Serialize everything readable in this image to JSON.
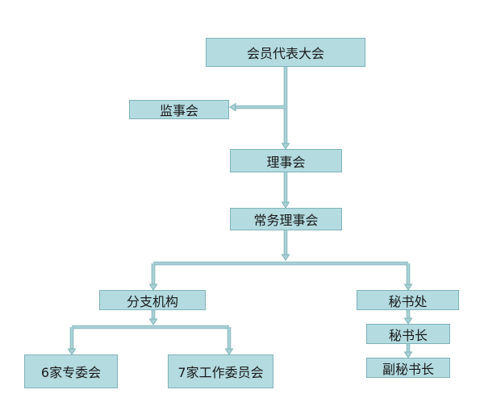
{
  "colors": {
    "box_fill": "#b3dbe0",
    "box_border": "#7fb3b8",
    "connector": "#a9d1d6",
    "connector_outline": "#7fb3b8",
    "text": "#1a1a1a"
  },
  "nodes": {
    "assembly": "会员代表大会",
    "supervisors": "监事会",
    "council": "理事会",
    "standing_council": "常务理事会",
    "branches": "分支机构",
    "secretariat": "秘书处",
    "secretary_general": "秘书长",
    "deputy_secretary_general": "副秘书长",
    "special_committees": "6家专委会",
    "working_committees": "7家工作委员会"
  }
}
